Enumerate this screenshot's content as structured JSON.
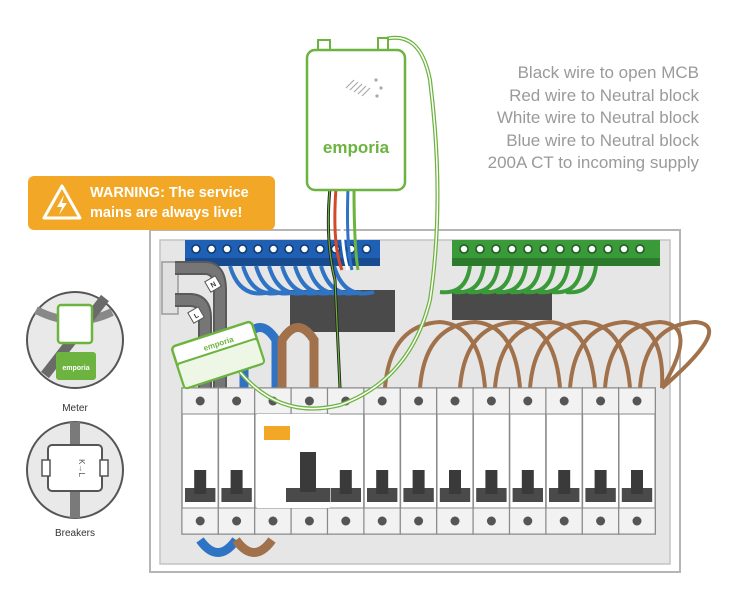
{
  "instructions": [
    "Black wire to open MCB",
    "Red wire to Neutral block",
    "White wire to Neutral block",
    "Blue wire to Neutral block",
    "200A CT to incoming supply"
  ],
  "warning": {
    "text": "WARNING: The service mains are always live!"
  },
  "monitor": {
    "brand": "emporia"
  },
  "ct_clamp": {
    "brand": "emporia"
  },
  "meter_inset": {
    "brand": "emporia",
    "caption": "Meter"
  },
  "breakers_inset": {
    "caption": "Breakers",
    "ct_marking": "K→L"
  },
  "wire_labels": {
    "neutral": "N",
    "live": "L"
  },
  "colors": {
    "accent": "#6db33f",
    "warning": "#f2a826",
    "neutral_bar": "#1f5fb4",
    "earth_bar": "#3a9a3a",
    "brown_wire": "#a0714a",
    "blue_wire": "#2f73c4",
    "text_gray": "#9a9a9a"
  }
}
